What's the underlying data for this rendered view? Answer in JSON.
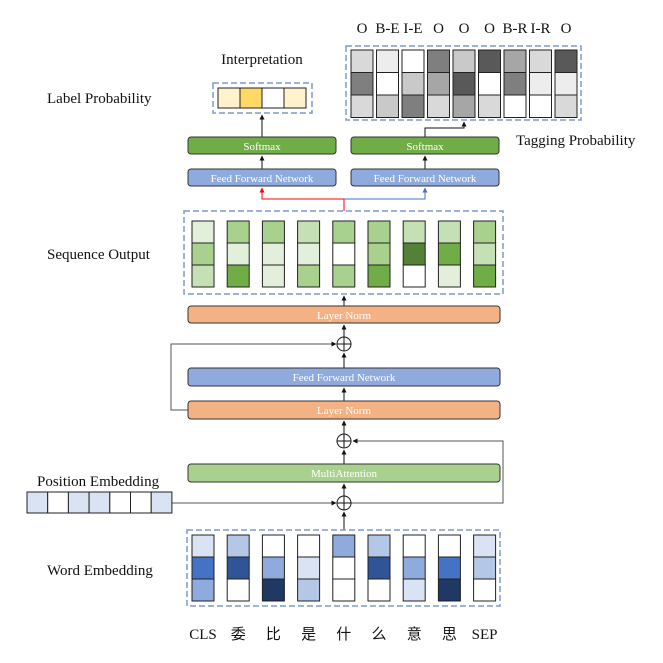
{
  "labels": {
    "label_probability": "Label Probability",
    "interpretation": "Interpretation",
    "tagging_probability": "Tagging Probability",
    "sequence_output": "Sequence Output",
    "position_embedding": "Position Embedding",
    "word_embedding": "Word Embedding"
  },
  "blocks": {
    "softmax_left": "Softmax",
    "ffn_left": "Feed Forward Network",
    "softmax_right": "Softmax",
    "ffn_right": "Feed Forward Network",
    "layer_norm_top": "Layer Norm",
    "ffn_mid": "Feed Forward Network",
    "layer_norm_mid": "Layer Norm",
    "multi_attention": "MultiAttention"
  },
  "colors": {
    "softmax": "#70ad47",
    "ffn": "#8faadc",
    "layer_norm": "#f4b183",
    "multi_attention": "#a9d18e",
    "dashed_border": "#7f9acb",
    "red_arrow": "#ff0000",
    "blue_arrow": "#4472c4"
  },
  "tags": [
    "O",
    "B-E",
    "I-E",
    "O",
    "O",
    "O",
    "B-R",
    "I-R",
    "O"
  ],
  "tokens": [
    "CLS",
    "委",
    "比",
    "是",
    "什",
    "么",
    "意",
    "思",
    "SEP"
  ],
  "interpretation_cells": [
    "#fff2cc",
    "#ffd966",
    "#ffffff",
    "#fff2cc"
  ],
  "tagging_cells": [
    [
      "#d9d9d9",
      "#7f7f7f",
      "#d9d9d9"
    ],
    [
      "#ededed",
      "#ffffff",
      "#c9c9c9"
    ],
    [
      "#ffffff",
      "#c9c9c9",
      "#7f7f7f"
    ],
    [
      "#7f7f7f",
      "#a6a6a6",
      "#d9d9d9"
    ],
    [
      "#c9c9c9",
      "#595959",
      "#a6a6a6"
    ],
    [
      "#595959",
      "#ffffff",
      "#d9d9d9"
    ],
    [
      "#a6a6a6",
      "#7f7f7f",
      "#ffffff"
    ],
    [
      "#d9d9d9",
      "#ededed",
      "#ffffff"
    ],
    [
      "#595959",
      "#ededed",
      "#d9d9d9"
    ]
  ],
  "sequence_cells": [
    [
      "#e2efda",
      "#a9d18e",
      "#c5e0b4"
    ],
    [
      "#a9d18e",
      "#e2efda",
      "#70ad47"
    ],
    [
      "#a9d18e",
      "#e2efda",
      "#e2efda"
    ],
    [
      "#c5e0b4",
      "#e2efda",
      "#a9d18e"
    ],
    [
      "#a9d18e",
      "#ffffff",
      "#a9d18e"
    ],
    [
      "#a9d18e",
      "#a9d18e",
      "#70ad47"
    ],
    [
      "#c5e0b4",
      "#538135",
      "#ffffff"
    ],
    [
      "#c5e0b4",
      "#70ad47",
      "#e2efda"
    ],
    [
      "#a9d18e",
      "#c5e0b4",
      "#70ad47"
    ]
  ],
  "word_cells": [
    [
      "#dae3f3",
      "#4472c4",
      "#8faadc"
    ],
    [
      "#b4c7e7",
      "#2f5597",
      "#ffffff"
    ],
    [
      "#ffffff",
      "#8faadc",
      "#203864"
    ],
    [
      "#ffffff",
      "#dae3f3",
      "#b4c7e7"
    ],
    [
      "#8faadc",
      "#ffffff",
      "#ffffff"
    ],
    [
      "#b4c7e7",
      "#2f5597",
      "#ffffff"
    ],
    [
      "#ffffff",
      "#8faadc",
      "#dae3f3"
    ],
    [
      "#ffffff",
      "#4472c4",
      "#203864"
    ],
    [
      "#dae3f3",
      "#b4c7e7",
      "#ffffff"
    ]
  ],
  "position_cells": [
    "#dae3f3",
    "#ffffff",
    "#dae3f3",
    "#dae3f3",
    "#ffffff",
    "#ffffff",
    "#dae3f3"
  ]
}
